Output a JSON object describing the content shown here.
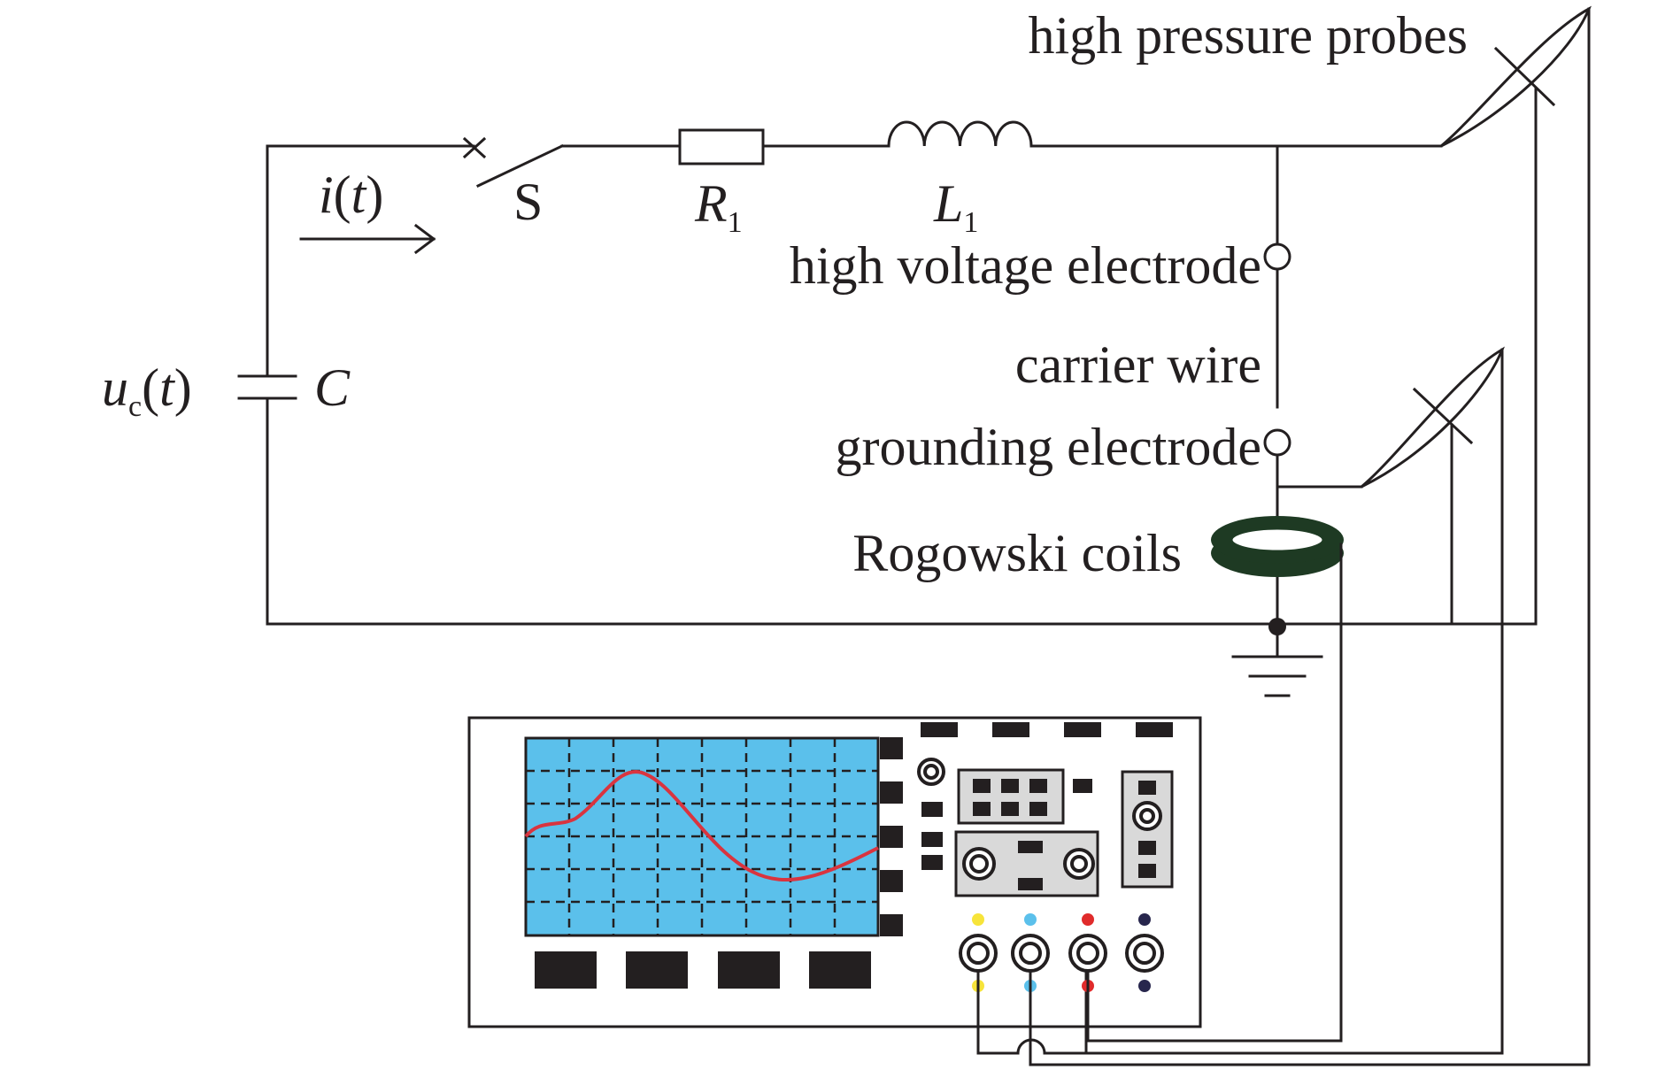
{
  "labels": {
    "current": {
      "main": "i",
      "paren_open": "(",
      "var": "t",
      "paren_close": ")"
    },
    "switch": "S",
    "resistor": {
      "main": "R",
      "sub": "1"
    },
    "inductor": {
      "main": "L",
      "sub": "1"
    },
    "capacitor_voltage": {
      "main": "u",
      "sub": "c",
      "paren_open": "(",
      "var": "t",
      "paren_close": ")"
    },
    "capacitor": "C",
    "high_pressure_probes": "high pressure probes",
    "high_voltage_electrode": "high voltage electrode",
    "carrier_wire": "carrier wire",
    "grounding_electrode": "grounding electrode",
    "rogowski_coils": "Rogowski coils"
  },
  "colors": {
    "line": "#231f20",
    "screen": "#5bc0eb",
    "waveform": "#d9343f",
    "coil": "#1e3a23",
    "panel": "#d9d9d9",
    "ch1": "#f7e43a",
    "ch2": "#5bc0eb",
    "ch3": "#e02b2b",
    "ch4": "#27264d"
  }
}
